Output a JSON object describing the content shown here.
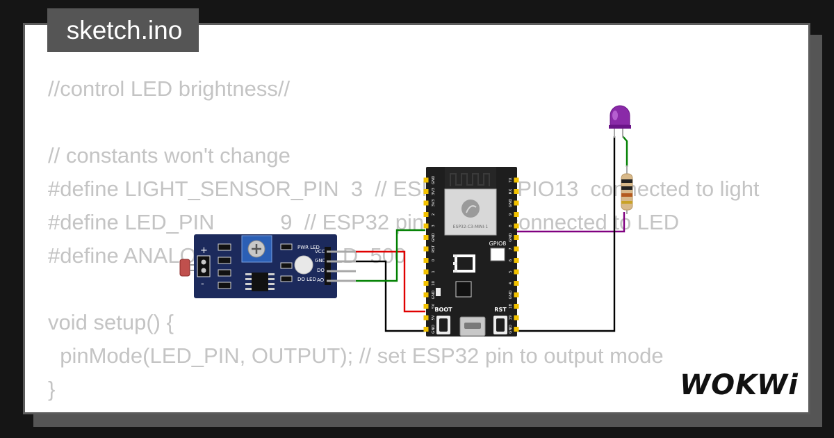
{
  "sketch": {
    "filename": "sketch.ino"
  },
  "code_lines": [
    "//control LED brightness//",
    "",
    "// constants won't change",
    "#define LIGHT_SENSOR_PIN  3  // ESP32 pin GPIO13  connected to light",
    "#define LED_PIN           9  // ESP32 pin GPIO9  connected to LED",
    "#define ANALOG_THRESHOLD  500",
    "",
    "void setup() {",
    "  pinMode(LED_PIN, OUTPUT); // set ESP32 pin to output mode",
    "}"
  ],
  "sensor_module": {
    "plus_label": "+",
    "minus_label": "-",
    "pwr_led_label": "PWR\nLED",
    "do_led_label": "DO\nLED",
    "pins": [
      "VCC",
      "GND",
      "DO",
      "AO"
    ]
  },
  "board": {
    "module_label": "ESP32-C3-MINI-1",
    "gpio8_label": "GPIO8",
    "boot_label": "BOOT",
    "rst_label": "RST",
    "left_pins": [
      "GND",
      "3V3",
      "3V3",
      "2",
      "3",
      "GND",
      "RST",
      "0",
      "1",
      "10",
      "GND",
      "5V",
      "5V",
      "GND"
    ],
    "right_pins": [
      "TX",
      "RX",
      "GND",
      "9",
      "8",
      "GND",
      "7",
      "6",
      "5",
      "4",
      "GND",
      "18",
      "19",
      "GND"
    ]
  },
  "wire_colors": {
    "power": "#e00000",
    "ground": "#000000",
    "signal": "#008000",
    "led": "#800080"
  },
  "branding": {
    "logo_text": "WOKWi"
  }
}
